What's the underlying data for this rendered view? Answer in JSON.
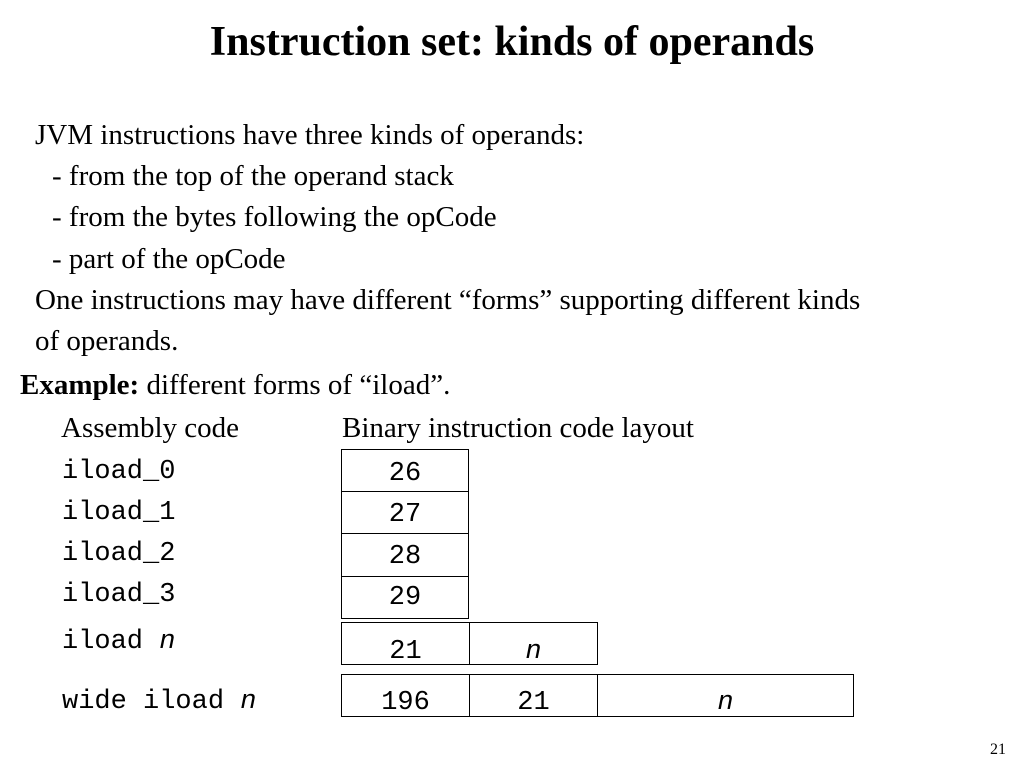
{
  "title": "Instruction set: kinds of operands",
  "intro": {
    "lines": [
      "JVM instructions have three kinds of operands:",
      "- from the top of the operand stack",
      "- from the bytes following the opCode",
      "- part of the opCode",
      "One instructions may have different “forms” supporting different kinds",
      "of operands."
    ]
  },
  "example": {
    "label": "Example:",
    "text": " different forms of “iload”."
  },
  "columns": {
    "assembly": "Assembly code",
    "binary": "Binary instruction code layout"
  },
  "rows": [
    {
      "asm": "iload_0",
      "asm_operand": "",
      "bytes": [
        "26"
      ]
    },
    {
      "asm": "iload_1",
      "asm_operand": "",
      "bytes": [
        "27"
      ]
    },
    {
      "asm": "iload_2",
      "asm_operand": "",
      "bytes": [
        "28"
      ]
    },
    {
      "asm": "iload_3",
      "asm_operand": "",
      "bytes": [
        "29"
      ]
    },
    {
      "asm": "iload ",
      "asm_operand": "n",
      "bytes": [
        "21",
        "n"
      ]
    },
    {
      "asm": "wide iload ",
      "asm_operand": "n",
      "bytes": [
        "196",
        "21",
        "n"
      ]
    }
  ],
  "page_number": "21"
}
